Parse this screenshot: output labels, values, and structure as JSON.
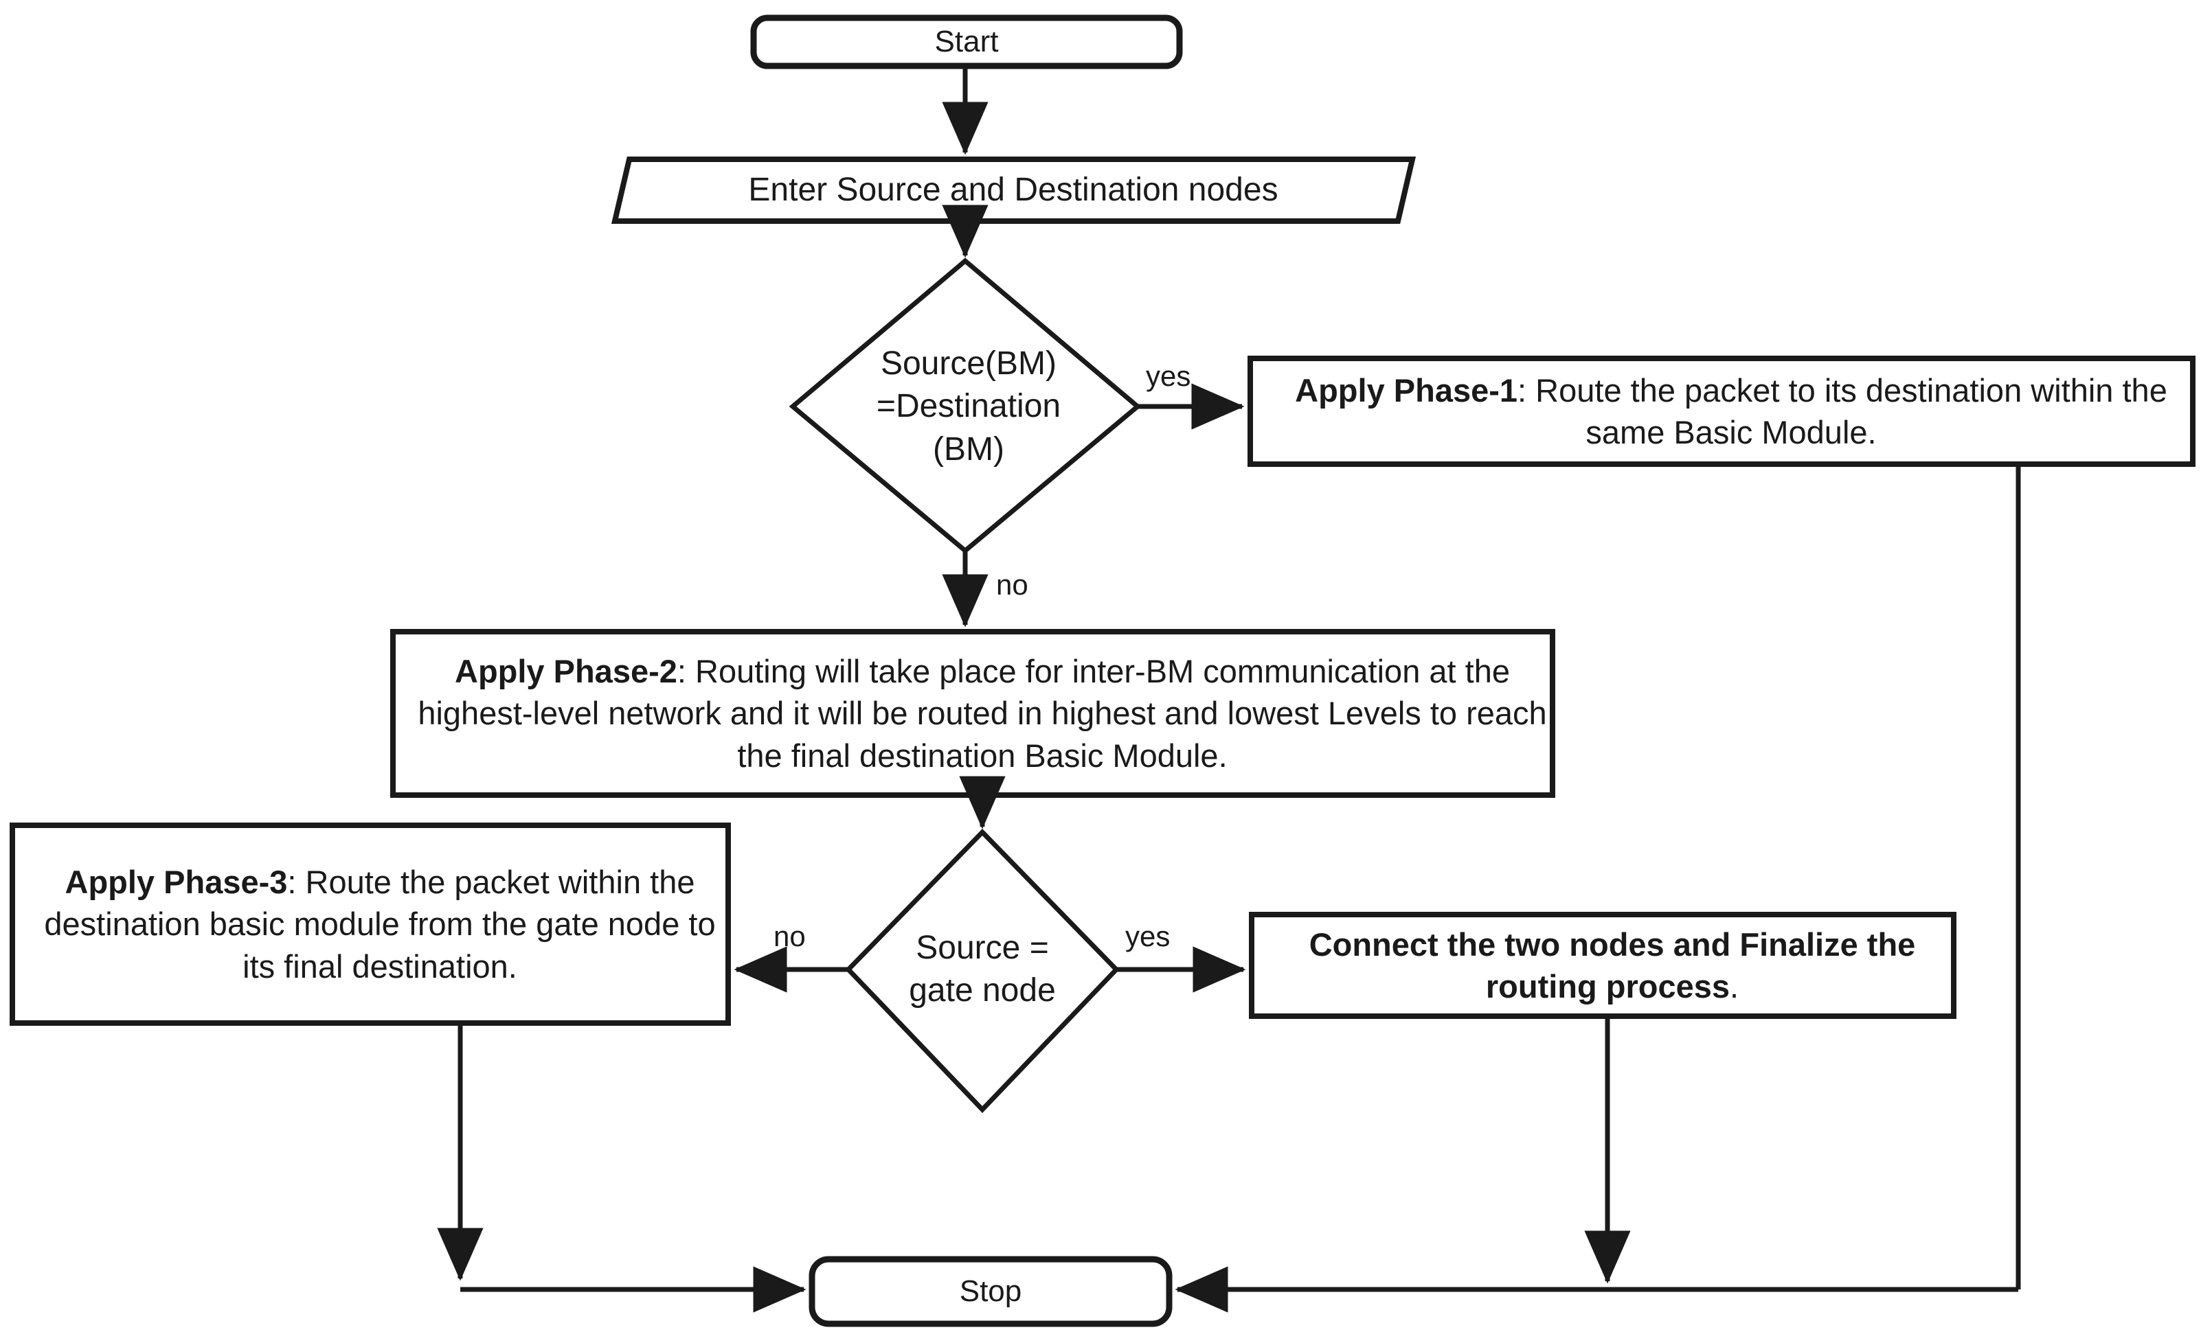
{
  "diagram": {
    "type": "flowchart",
    "title": "Three-phase routing algorithm flowchart",
    "colors": {
      "stroke": "#1a1a1a",
      "fill": "#ffffff",
      "text": "#1a1a1a"
    }
  },
  "nodes": {
    "start": {
      "shape": "terminal-rounded-rect",
      "label": "Start"
    },
    "input_nodes": {
      "shape": "parallelogram",
      "label": "Enter Source and Destination nodes"
    },
    "decision_bm": {
      "shape": "diamond",
      "line1": "Source(BM)",
      "line2": "=Destination",
      "line3": "(BM)"
    },
    "phase1": {
      "shape": "rectangle",
      "label_bold": "Apply Phase-1",
      "label_rest": ": Route the packet to its destination within the same Basic Module."
    },
    "phase2": {
      "shape": "rectangle",
      "label_bold": "Apply Phase-2",
      "label_rest": ": Routing will take place for inter-BM communication at the highest-level network and it will be routed in highest and lowest Levels to reach the final destination Basic Module."
    },
    "decision_gate": {
      "shape": "diamond",
      "line1": "Source =",
      "line2": "gate node"
    },
    "phase3": {
      "shape": "rectangle",
      "label_bold": "Apply Phase-3",
      "label_rest": ": Route the packet within the destination basic module from the gate node to its final destination."
    },
    "connect": {
      "shape": "rectangle",
      "label_bold": "Connect the two nodes and Finalize the routing process",
      "label_rest": "."
    },
    "stop": {
      "shape": "terminal-rounded-rect",
      "label": "Stop"
    }
  },
  "edge_labels": {
    "bm_yes": "yes",
    "bm_no": "no",
    "gate_yes": "yes",
    "gate_no": "no"
  },
  "edges": [
    {
      "from": "start",
      "to": "input_nodes",
      "label": ""
    },
    {
      "from": "input_nodes",
      "to": "decision_bm",
      "label": ""
    },
    {
      "from": "decision_bm",
      "to": "phase1",
      "label": "yes"
    },
    {
      "from": "decision_bm",
      "to": "phase2",
      "label": "no"
    },
    {
      "from": "phase2",
      "to": "decision_gate",
      "label": ""
    },
    {
      "from": "decision_gate",
      "to": "connect",
      "label": "yes"
    },
    {
      "from": "decision_gate",
      "to": "phase3",
      "label": "no"
    },
    {
      "from": "phase3",
      "to": "stop",
      "label": ""
    },
    {
      "from": "connect",
      "to": "stop",
      "label": ""
    },
    {
      "from": "phase1",
      "to": "stop",
      "label": ""
    }
  ]
}
